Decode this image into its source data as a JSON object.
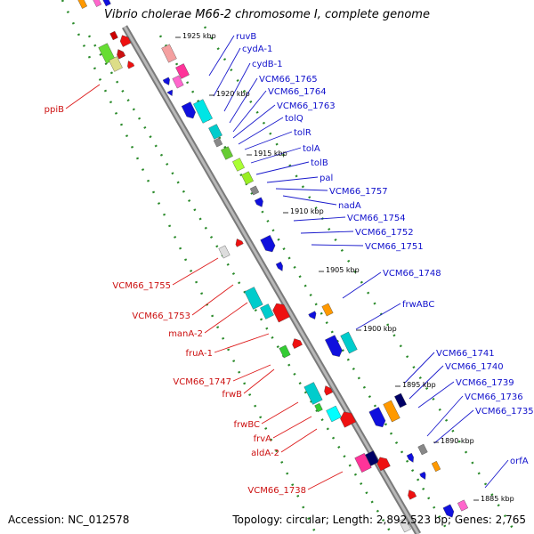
{
  "title": "Vibrio cholerae M66-2 chromosome I, complete genome",
  "accession": "Accession: NC_012578",
  "topology": "Topology: circular; Length: 2,892,523 bp; Genes: 2,765",
  "scale_ticks": [
    "1925 kbp",
    "1920 kbp",
    "1915 kbp",
    "1910 kbp",
    "1905 kbp",
    "1900 kbp",
    "1895 kbp",
    "1890 kbp",
    "1885 kbp"
  ],
  "forward_labels": [
    "ruvB",
    "cydA-1",
    "cydB-1",
    "VCM66_1765",
    "VCM66_1764",
    "VCM66_1763",
    "tolQ",
    "tolR",
    "tolA",
    "tolB",
    "pal",
    "VCM66_1757",
    "nadA",
    "VCM66_1754",
    "VCM66_1752",
    "VCM66_1751",
    "VCM66_1748",
    "frwABC",
    "VCM66_1741",
    "VCM66_1740",
    "VCM66_1739",
    "VCM66_1736",
    "VCM66_1735",
    "orfA"
  ],
  "reverse_labels": [
    "ppiB",
    "VCM66_1755",
    "VCM66_1753",
    "manA-2",
    "fruA-1",
    "VCM66_1747",
    "frwB",
    "frwBC",
    "frvA",
    "aldA-2",
    "VCM66_1738"
  ],
  "colors": {
    "forward_label": "#1010cc",
    "reverse_label": "#cc1010",
    "backbone": "#9a9a9a",
    "dotted_track": "#2a8a2a",
    "leader_forward": "#1a1acc",
    "leader_reverse": "#dd1a1a"
  }
}
